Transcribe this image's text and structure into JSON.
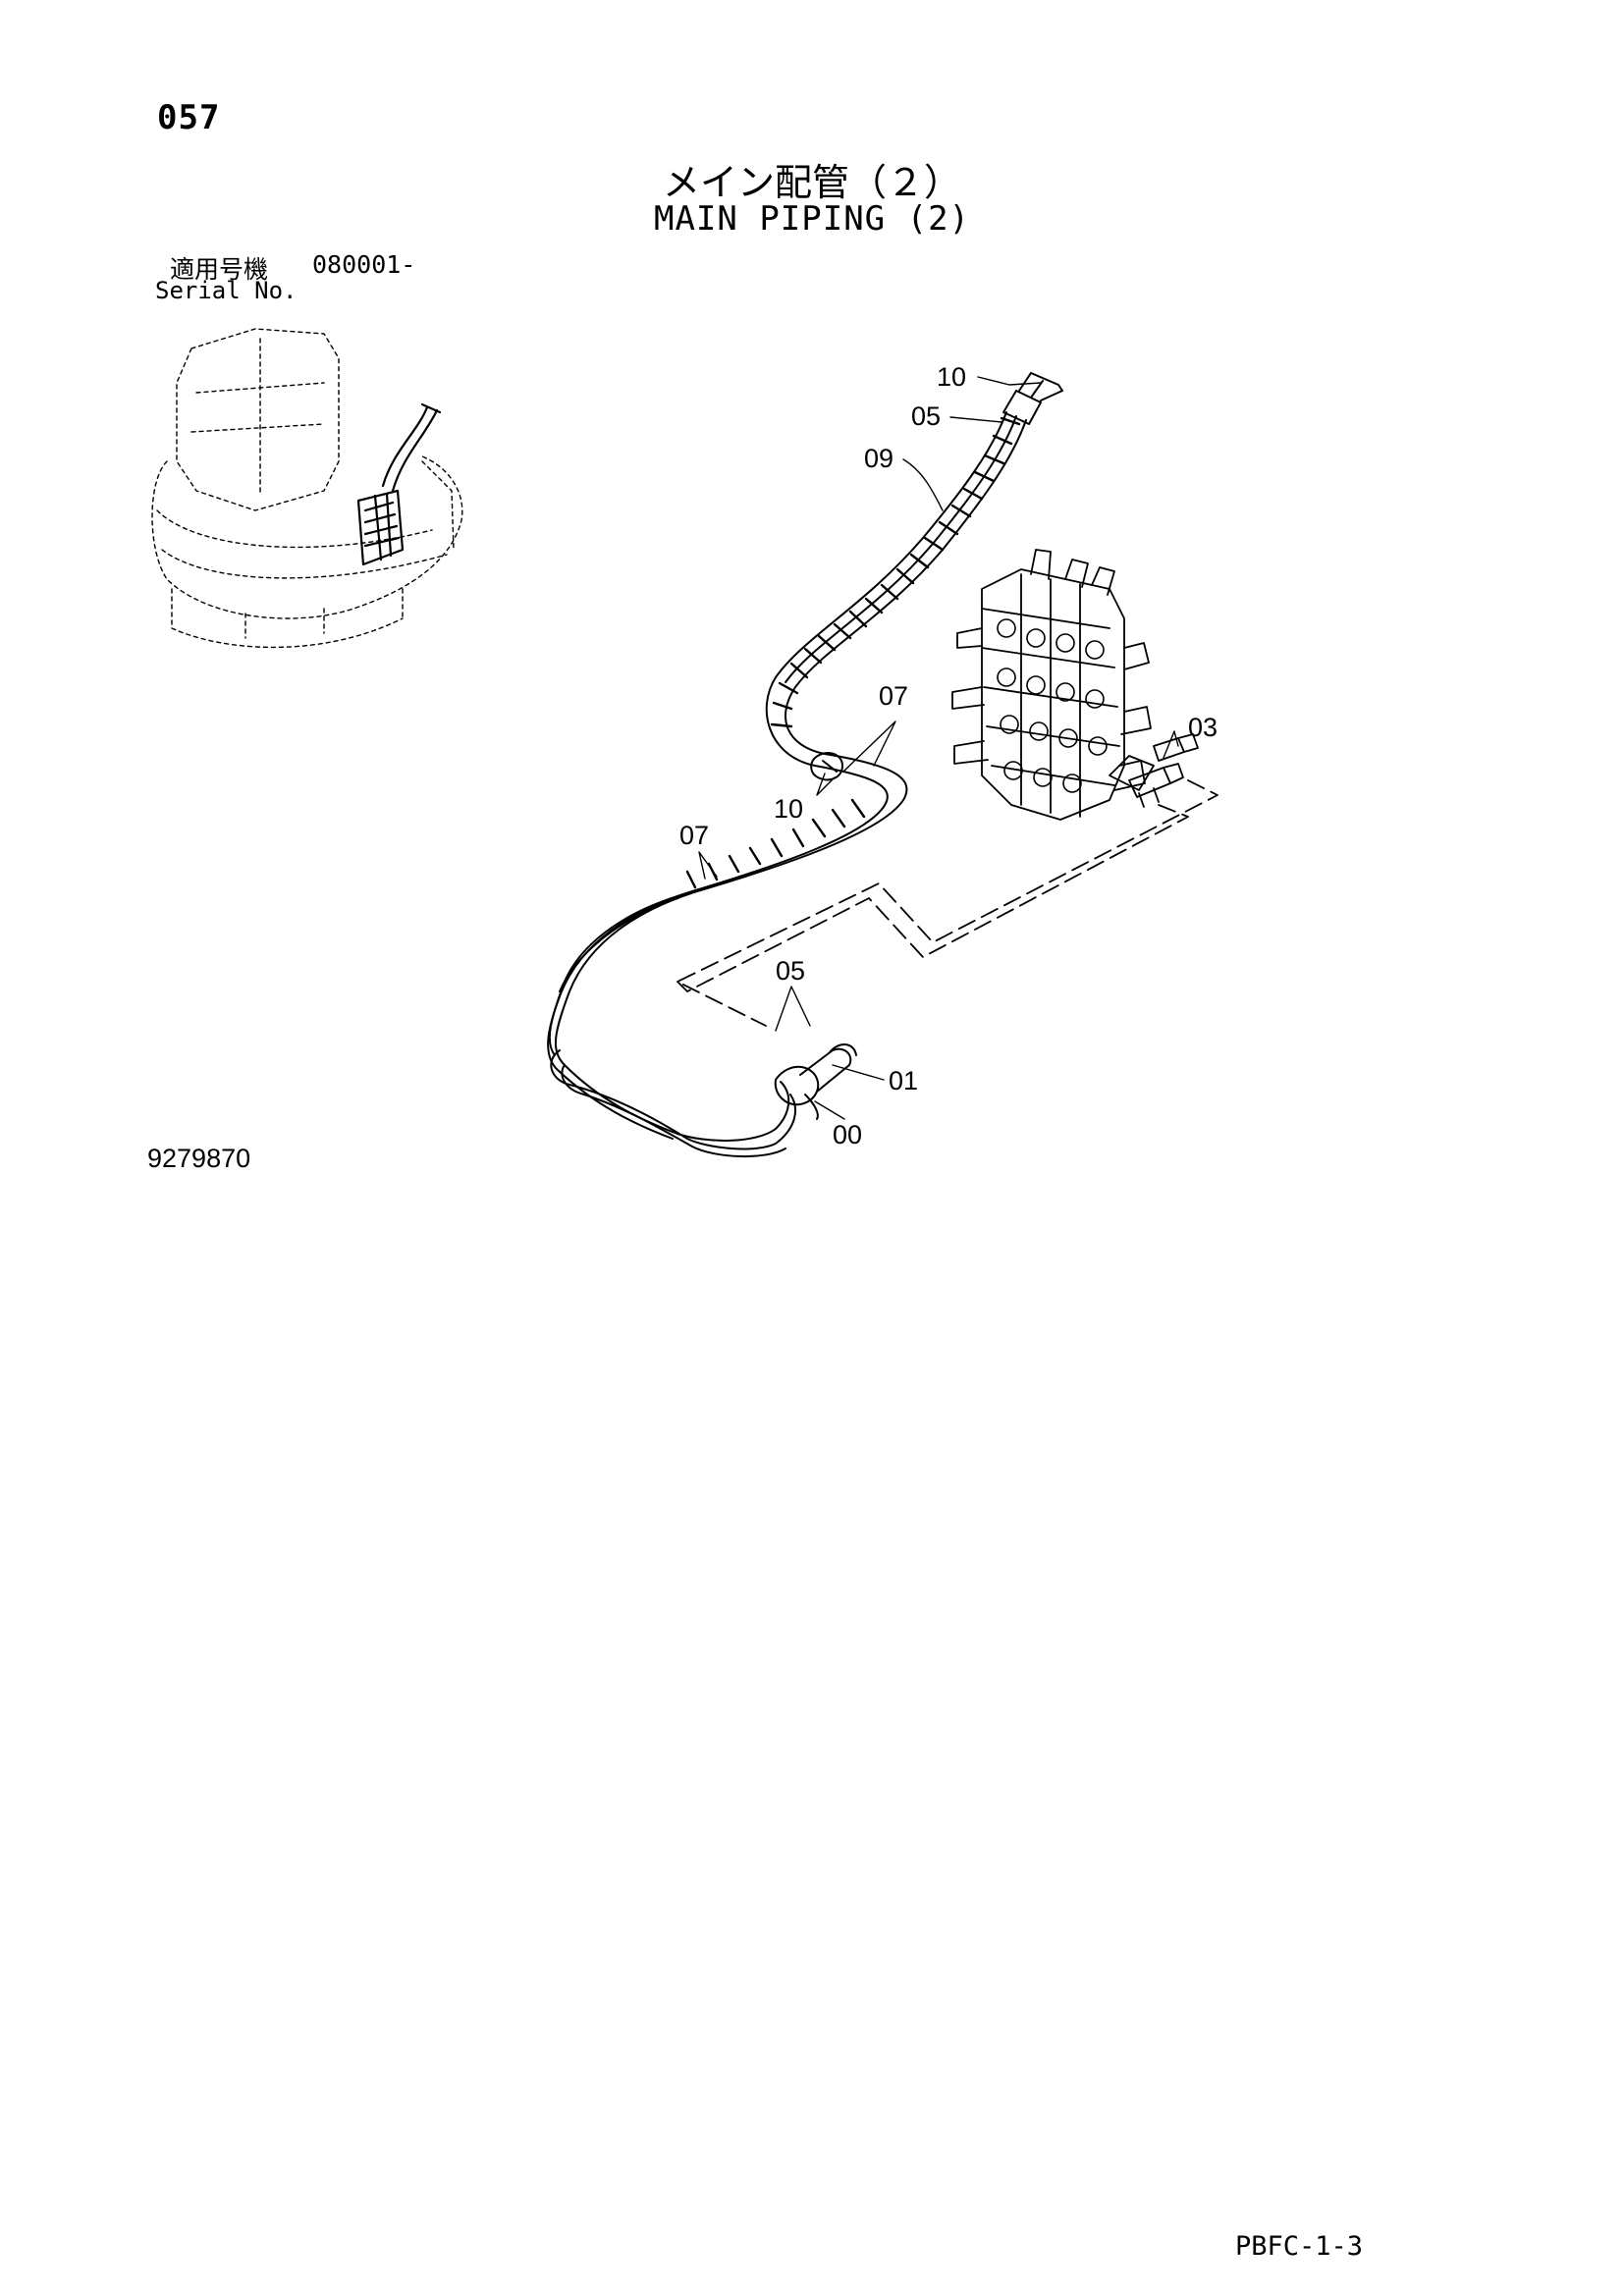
{
  "page_number": "057",
  "title_jp": "メイン配管（２）",
  "title_en": "MAIN PIPING (2)",
  "serial": {
    "label_jp": "適用号機",
    "range": "080001-",
    "label_en": "Serial No."
  },
  "callouts": {
    "top_10": "10",
    "top_05": "05",
    "c09": "09",
    "mid_07": "07",
    "c03": "03",
    "mid_10": "10",
    "left_07": "07",
    "low_05": "05",
    "c01": "01",
    "c00": "00"
  },
  "drawing_number": "9279870",
  "page_code": "PBFC-1-3"
}
